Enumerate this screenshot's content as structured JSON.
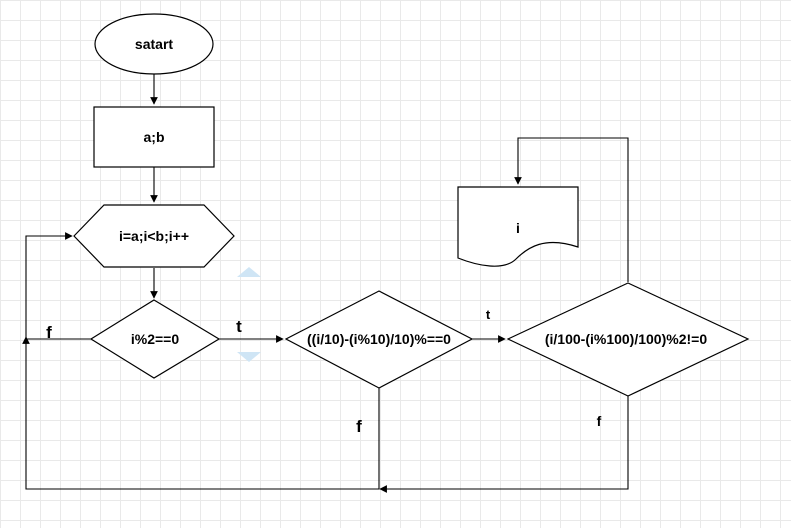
{
  "nodes": {
    "start": "satart",
    "input": "a;b",
    "loop": "i=a;i<b;i++",
    "cond1": "i%2==0",
    "cond2": "((i/10)-(i%10)/10)%==0",
    "cond3": "(i/100-(i%100)/100)%2!=0",
    "output": "i"
  },
  "edges": {
    "cond1_true": "t",
    "cond1_false": "f",
    "cond2_true": "t",
    "cond2_false": "f",
    "cond3_false": "f"
  },
  "colors": {
    "stroke": "#000000",
    "grid": "#e9e9e9",
    "selection_handle": "#cfe5f5"
  }
}
